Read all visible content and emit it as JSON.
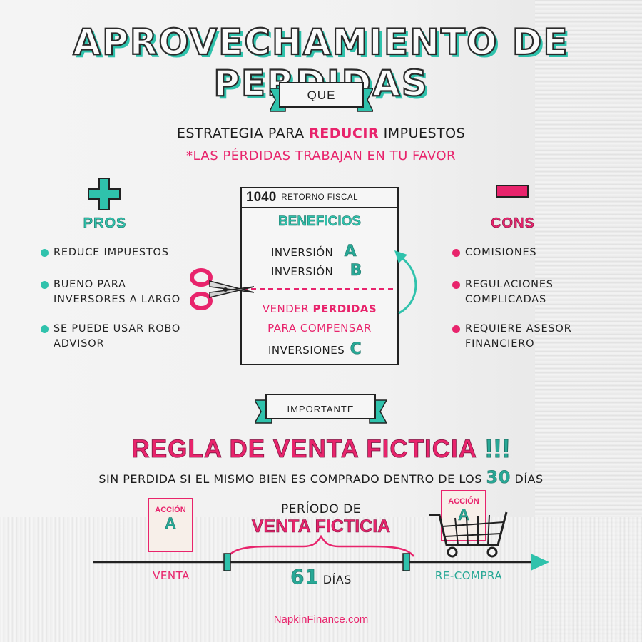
{
  "title": "APROVECHAMIENTO DE PERDIDAS",
  "que": {
    "label": "QUE",
    "line1_a": "ESTRATEGIA PARA ",
    "line1_b": "REDUCIR",
    "line1_c": " IMPUESTOS",
    "line2": "*LAS PÉRDIDAS TRABAJAN EN TU FAVOR"
  },
  "pros": {
    "label": "PROS",
    "items": [
      "REDUCE IMPUESTOS",
      "BUENO PARA\nINVERSORES A LARGO",
      "SE PUEDE USAR ROBO\nADVISOR"
    ]
  },
  "cons": {
    "label": "CONS",
    "items": [
      "COMISIONES",
      "REGULACIONES\nCOMPLICADAS",
      "REQUIERE ASESOR\nFINANCIERO"
    ]
  },
  "form": {
    "number": "1040",
    "name": "RETORNO FISCAL",
    "heading": "BENEFICIOS",
    "row1_label": "INVERSIÓN",
    "row1_letter": "A",
    "row2_label": "INVERSIÓN",
    "row2_letter": "B",
    "sell_a": "VENDER ",
    "sell_b": "PERDIDAS",
    "offset": "PARA COMPENSAR",
    "row3_label": "INVERSIONES",
    "row3_letter": "C"
  },
  "important": {
    "label": "IMPORTANTE",
    "rule": "REGLA DE VENTA FICTICIA",
    "exclaim": "!!!",
    "desc_a": "SIN PERDIDA SI EL MISMO BIEN ES COMPRADO DENTRO DE LOS ",
    "desc_days": "30",
    "desc_b": " DÍAS"
  },
  "timeline": {
    "stock_label": "ACCIÓN",
    "stock_letter": "A",
    "period_line1": "PERÍODO DE",
    "period_line2": "VENTA FICTICIA",
    "sell": "VENTA",
    "days_num": "61",
    "days_word": "DÍAS",
    "rebuy": "RE-COMPRA"
  },
  "footer": "NapkinFinance.com",
  "colors": {
    "pink": "#e8246c",
    "teal": "#2fc2ac",
    "ink": "#1b1b1b"
  }
}
